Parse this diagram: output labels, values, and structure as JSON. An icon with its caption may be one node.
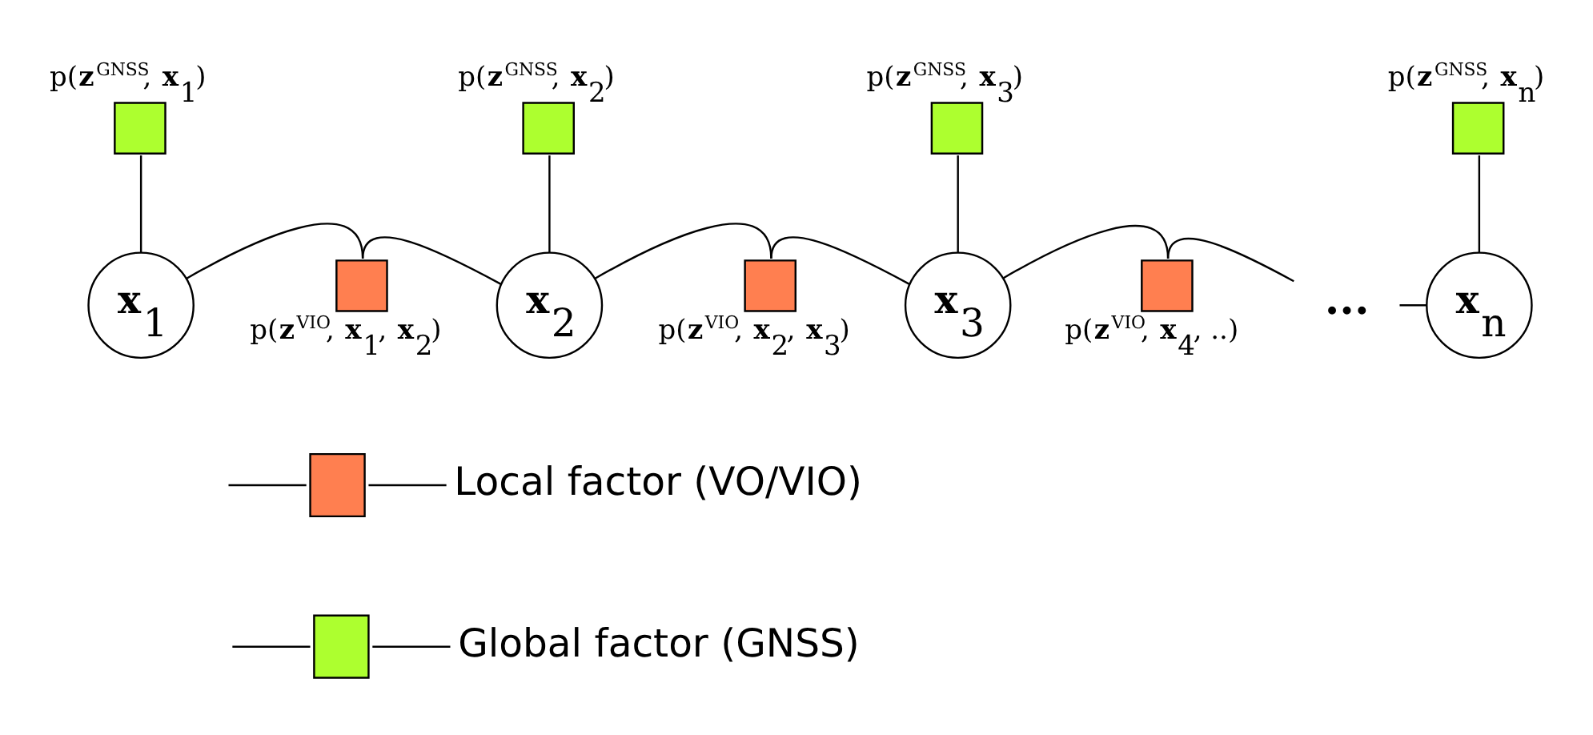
{
  "diagram": {
    "nodes": [
      {
        "text": [],
        "shape": "box",
        "beside": [
          "p(**z**$^{GNSS}$, **x**$_{1}$)"
        ]
      },
      {
        "text": [],
        "shape": "box",
        "beside": [
          "p(**z**$^{GNSS}$, **x**$_{2}$)"
        ]
      },
      {
        "text": [],
        "shape": "box",
        "beside": [
          "p(**z**$^{GNSS}$, **x**$_{3}$)"
        ]
      },
      {
        "text": [],
        "shape": "box",
        "beside": [
          "p(**z**$^{GNSS}$, **x**$_{n}$)"
        ]
      },
      {
        "text": [
          "**x**$_{1}$"
        ]
      },
      {
        "text": [],
        "shape": "box",
        "beside": [
          "p(**z**$^{VIO}$, **x**$_{1}$, **x**$_{2}$)"
        ]
      },
      {
        "text": [
          "**x**$_{2}$"
        ]
      },
      {
        "text": [],
        "shape": "box",
        "beside": [
          "p(**z**$^{VIO}$, **x**$_{2}$, **x**$_{3}$)"
        ]
      },
      {
        "text": [
          "**x**$_{3}$"
        ]
      },
      {
        "text": [],
        "shape": "box",
        "beside": [
          "p(**z**$^{VIO}$, **x**$_{4}$, ..)"
        ]
      },
      {
        "text": [
          "**...**"
        ]
      },
      {
        "text": [
          "**x**$_{n}$"
        ]
      }
    ],
    "edges": [
      {
        "from": 0,
        "to": 4,
        "arrow": "none"
      },
      {
        "from": 1,
        "to": 6,
        "arrow": "none"
      },
      {
        "from": 2,
        "to": 8,
        "arrow": "none"
      },
      {
        "from": 3,
        "to": 11,
        "arrow": "none"
      },
      {
        "from": 4,
        "to": 5,
        "arrow": "none"
      },
      {
        "from": 5,
        "to": 6,
        "arrow": "none"
      },
      {
        "from": 6,
        "to": 7,
        "arrow": "none"
      },
      {
        "from": 7,
        "to": 8,
        "arrow": "none"
      },
      {
        "from": 8,
        "to": 9,
        "arrow": "none"
      },
      {
        "from": 9,
        "to": 10,
        "arrow": "none"
      },
      {
        "from": 10,
        "to": 11,
        "arrow": "none"
      }
    ],
    "legend": [
      {
        "text": "Local factor (VO/VIO)",
        "color": "#ff7f50"
      },
      {
        "text": "Global factor (GNSS)",
        "color": "#adff2f"
      }
    ]
  }
}
